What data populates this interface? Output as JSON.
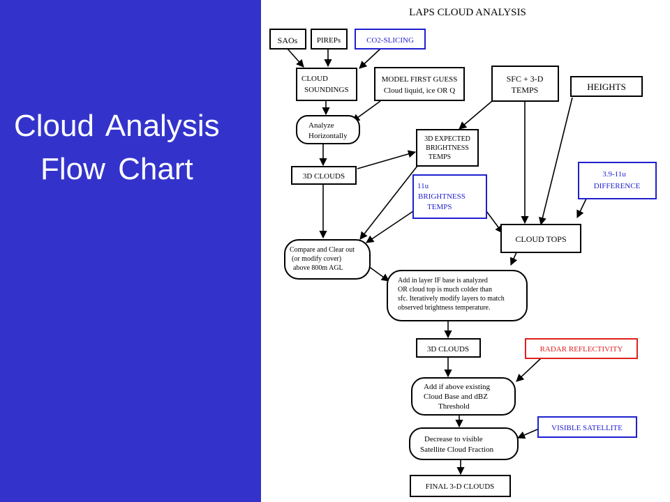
{
  "slide": {
    "title_line1": "Cloud Analysis",
    "title_line2": "Flow Chart"
  },
  "diagram": {
    "title": "LAPS CLOUD ANALYSIS",
    "colors": {
      "left_panel": "#3333cc",
      "blue_input": "#1f1fd0",
      "red_input": "#e02020",
      "box_border": "#000000"
    },
    "nodes": {
      "saos": "SAOs",
      "pireps": "PIREPs",
      "co2_slicing": "CO2-SLICING",
      "cloud_soundings": [
        "CLOUD",
        "SOUNDINGS"
      ],
      "model_first_guess": [
        "MODEL FIRST GUESS",
        "Cloud liquid, ice OR Q"
      ],
      "sfc_3d_temps": [
        "SFC + 3-D",
        "TEMPS"
      ],
      "heights": "HEIGHTS",
      "analyze_horizontally": [
        "Analyze",
        "Horizontally"
      ],
      "expected_brightness": [
        "3D EXPECTED",
        "BRIGHTNESS",
        "TEMPS"
      ],
      "clouds_3d_a": "3D CLOUDS",
      "difference_39_11u": [
        "3.9-11u",
        "DIFFERENCE"
      ],
      "brightness_11u": [
        "11u",
        "BRIGHTNESS",
        "TEMPS"
      ],
      "cloud_tops": "CLOUD TOPS",
      "compare_clear": [
        "Compare and Clear out",
        "(or modify cover)",
        "above 800m AGL"
      ],
      "add_layer": [
        "Add in layer IF base is analyzed",
        "OR cloud top is much colder than",
        "sfc. Iteratively modify layers to match",
        "observed brightness temperature."
      ],
      "clouds_3d_b": "3D CLOUDS",
      "radar_reflectivity": "RADAR REFLECTIVITY",
      "add_above_base": [
        "Add if above existing",
        "Cloud Base and dBZ",
        "Threshold"
      ],
      "visible_satellite": "VISIBLE SATELLITE",
      "decrease_visible": [
        "Decrease to visible",
        "Satellite Cloud Fraction"
      ],
      "final_clouds": "FINAL 3-D CLOUDS"
    }
  }
}
